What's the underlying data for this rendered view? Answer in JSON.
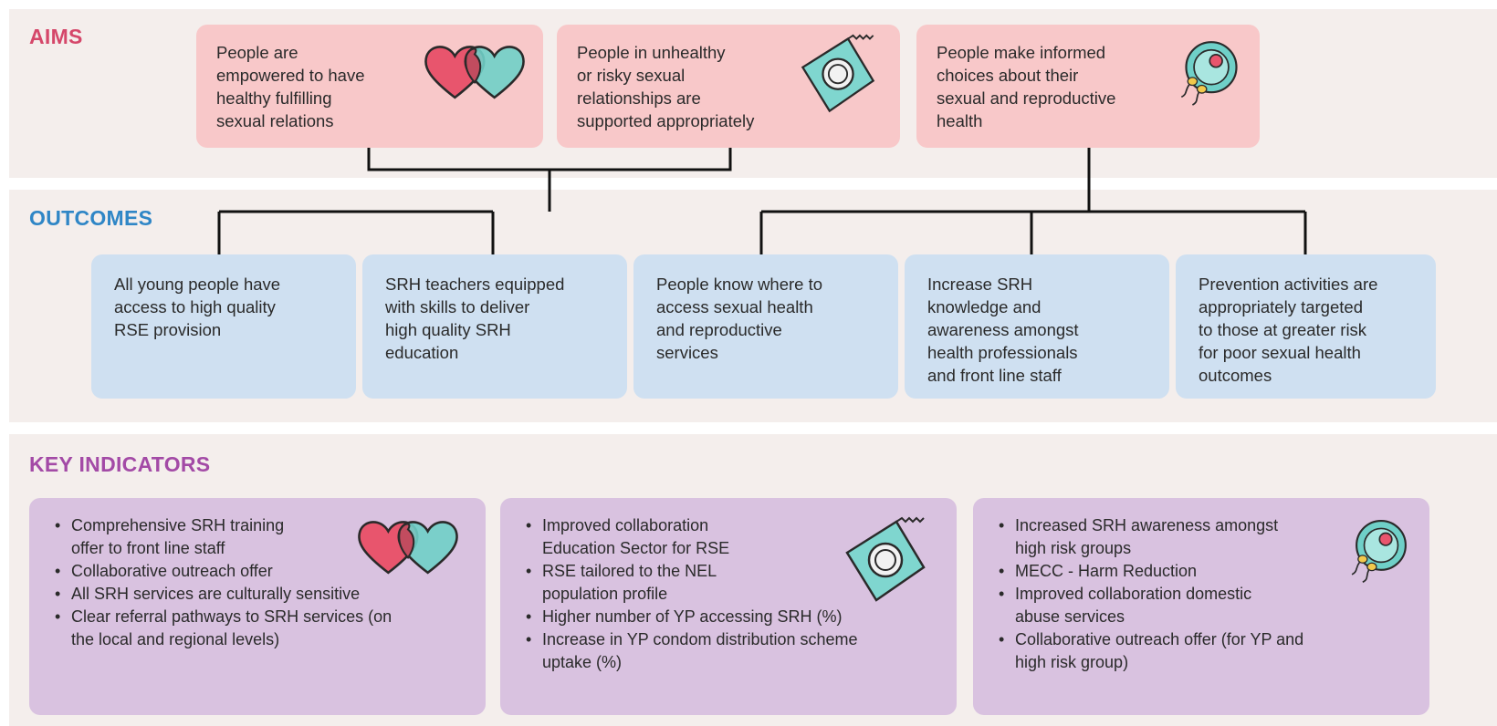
{
  "sections": {
    "aims": "AIMS",
    "outcomes": "OUTCOMES",
    "indicators": "KEY INDICATORS"
  },
  "aims": [
    {
      "text": "People are\nempowered to have\nhealthy fulfilling\nsexual relations",
      "icon": "hearts-icon"
    },
    {
      "text": "People in unhealthy\nor risky sexual\nrelationships are\nsupported appropriately",
      "icon": "condom-icon"
    },
    {
      "text": "People make informed\nchoices about their\nsexual and reproductive\nhealth",
      "icon": "egg-sperm-icon"
    }
  ],
  "outcomes": [
    {
      "text": "All young people have\naccess to high quality\nRSE provision"
    },
    {
      "text": "SRH teachers equipped\nwith skills to deliver\nhigh quality SRH\neducation"
    },
    {
      "text": "People know where to\naccess sexual health\nand reproductive\nservices"
    },
    {
      "text": "Increase SRH\nknowledge and\nawareness amongst\nhealth professionals\nand front line staff"
    },
    {
      "text": "Prevention activities are\nappropriately targeted\nto those at greater risk\nfor poor sexual health\noutcomes"
    }
  ],
  "indicators": [
    {
      "icon": "hearts-icon",
      "items": [
        "Comprehensive SRH training\noffer to front line staff",
        "Collaborative outreach offer",
        "All SRH services are culturally sensitive",
        "Clear referral pathways to SRH services (on\nthe local and regional levels)"
      ]
    },
    {
      "icon": "condom-icon",
      "items": [
        "Improved collaboration\nEducation Sector for RSE",
        "RSE tailored to the NEL\npopulation profile",
        "Higher number of YP accessing SRH (%)",
        "Increase in YP condom distribution scheme\nuptake (%)"
      ]
    },
    {
      "icon": "egg-sperm-icon",
      "items": [
        "Increased SRH awareness amongst\nhigh risk groups",
        "MECC - Harm Reduction",
        "Improved collaboration domestic\nabuse services",
        "Collaborative outreach offer (for YP and\nhigh risk group)"
      ]
    }
  ],
  "colors": {
    "aims_heading": "#d5476a",
    "outcomes_heading": "#2f86c6",
    "indicators_heading": "#a34aa6",
    "aims_box": "#f8c8c9",
    "outcomes_box": "#cfe0f1",
    "indicators_box": "#d9c2e0",
    "band": "#f4eeec"
  }
}
